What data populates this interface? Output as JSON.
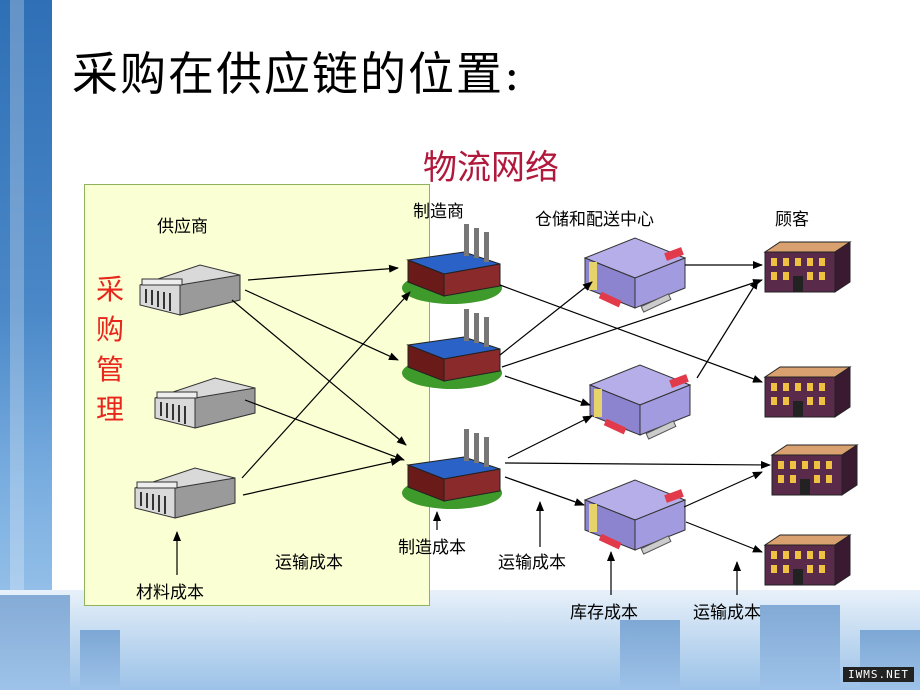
{
  "slide": {
    "title": "采购在供应链的位置:",
    "subtitle": "物流网络",
    "procurement_label": [
      "采",
      "购",
      "管",
      "理"
    ],
    "colors": {
      "subtitle": "#b0183c",
      "procurement": "#e8261c",
      "box_fill": "#fbffd4"
    }
  },
  "columns": {
    "suppliers": "供应商",
    "manufacturers": "制造商",
    "warehouses": "仓储和配送中心",
    "customers": "顾客"
  },
  "cost_labels": {
    "material": "材料成本",
    "transport_1": "运输成本",
    "manufacturing": "制造成本",
    "transport_2": "运输成本",
    "inventory": "库存成本",
    "transport_3": "运输成本"
  },
  "icons": {
    "supplier": "supplier-building-icon",
    "factory": "factory-icon",
    "warehouse": "warehouse-icon",
    "customer": "customer-building-icon"
  },
  "watermark": "IWMS.NET"
}
